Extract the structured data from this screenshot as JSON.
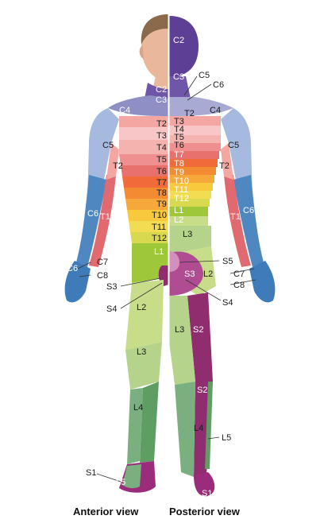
{
  "captions": {
    "anterior": "Anterior view",
    "posterior": "Posterior view"
  },
  "colors": {
    "cervical_c2": "#5e3f96",
    "cervical_c3": "#6f56a8",
    "cervical_c4": "#a8aad4",
    "c5": "#a6b9de",
    "c6": "#4f87c0",
    "c7_c8": "#3f7bb8",
    "t1": "#e06a6f",
    "t2": "#f3a6a2",
    "t3": "#f8c6c6",
    "t4": "#f5b3b0",
    "t5": "#ef8f8f",
    "t6": "#e8706d",
    "t7": "#f06a3a",
    "t8": "#f38b32",
    "t9": "#f6a93a",
    "t10": "#f8c93c",
    "t11": "#f2dc52",
    "t12": "#d9d950",
    "l1": "#9fc73a",
    "l2": "#c8dd8a",
    "l3": "#b5d38a",
    "l4": "#5f9e63",
    "l5": "#7ab07f",
    "s1": "#9a2c7b",
    "s2": "#8f2d6f",
    "s3": "#b04d92",
    "skin": "#e9b89a",
    "hair": "#8a6a4a"
  },
  "labels_anterior": {
    "c2": "C2",
    "c3": "C3",
    "c4": "C4",
    "c5": "C5",
    "c6": "C6",
    "c7": "C7",
    "c8": "C8",
    "t1": "T1",
    "t2_arm": "T2",
    "t2": "T2",
    "t3": "T3",
    "t4": "T4",
    "t5": "T5",
    "t6": "T6",
    "t7": "T7",
    "t8": "T8",
    "t9": "T9",
    "t10": "T10",
    "t11": "T11",
    "t12": "T12",
    "l1": "L1",
    "l2": "L2",
    "l3": "L3",
    "l4": "L4",
    "l5": "L5",
    "s1": "S1",
    "s3": "S3",
    "s4": "S4",
    "l5_foot": "L5"
  },
  "labels_posterior": {
    "c2": "C2",
    "c3": "C3",
    "c4": "C4",
    "c5": "C5",
    "c6": "C6",
    "c7": "C7",
    "c8": "C8",
    "c5_top": "C5",
    "c6_top": "C6",
    "t1": "T1",
    "t2_arm": "T2",
    "t2": "T2",
    "t3": "T3",
    "t4": "T4",
    "t5": "T5",
    "t6": "T6",
    "t7": "T7",
    "t8": "T8",
    "t9": "T9",
    "t10": "T10",
    "t11": "T11",
    "t12": "T12",
    "l1": "L1",
    "l2": "L2",
    "l2_buttock": "L2",
    "l3": "L3",
    "l3_thigh": "L3",
    "l4": "L4",
    "l5": "L5",
    "s1": "S1",
    "s2": "S2",
    "s2_leg": "S2",
    "s3": "S3",
    "s4": "S4",
    "s5": "S5"
  }
}
